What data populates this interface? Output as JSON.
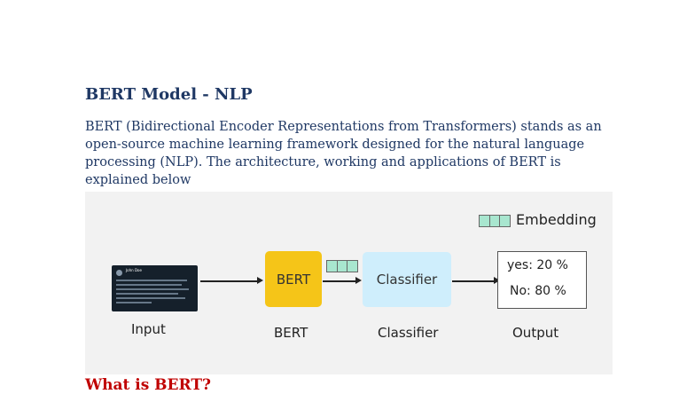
{
  "doc": {
    "title": "BERT Model - NLP",
    "paragraph": "BERT (Bidirectional Encoder Representations from Transformers) stands as an open-source machine learning framework designed for the natural language processing (NLP). The architecture, working and applications of BERT is explained below",
    "next_heading": "What is BERT?"
  },
  "figure": {
    "legend_label": "Embedding",
    "tweet_name": "John Doe",
    "bert_box": "BERT",
    "classifier_box": "Classifier",
    "output_yes": "yes: 20 %",
    "output_no": "No: 80 %",
    "labels": {
      "input": "Input",
      "bert": "BERT",
      "classifier": "Classifier",
      "output": "Output"
    },
    "colors": {
      "bert": "#f5c518",
      "classifier": "#cfeefc",
      "embedding": "#a8e6cf",
      "title": "#1f3864",
      "heading": "#c00000"
    }
  }
}
